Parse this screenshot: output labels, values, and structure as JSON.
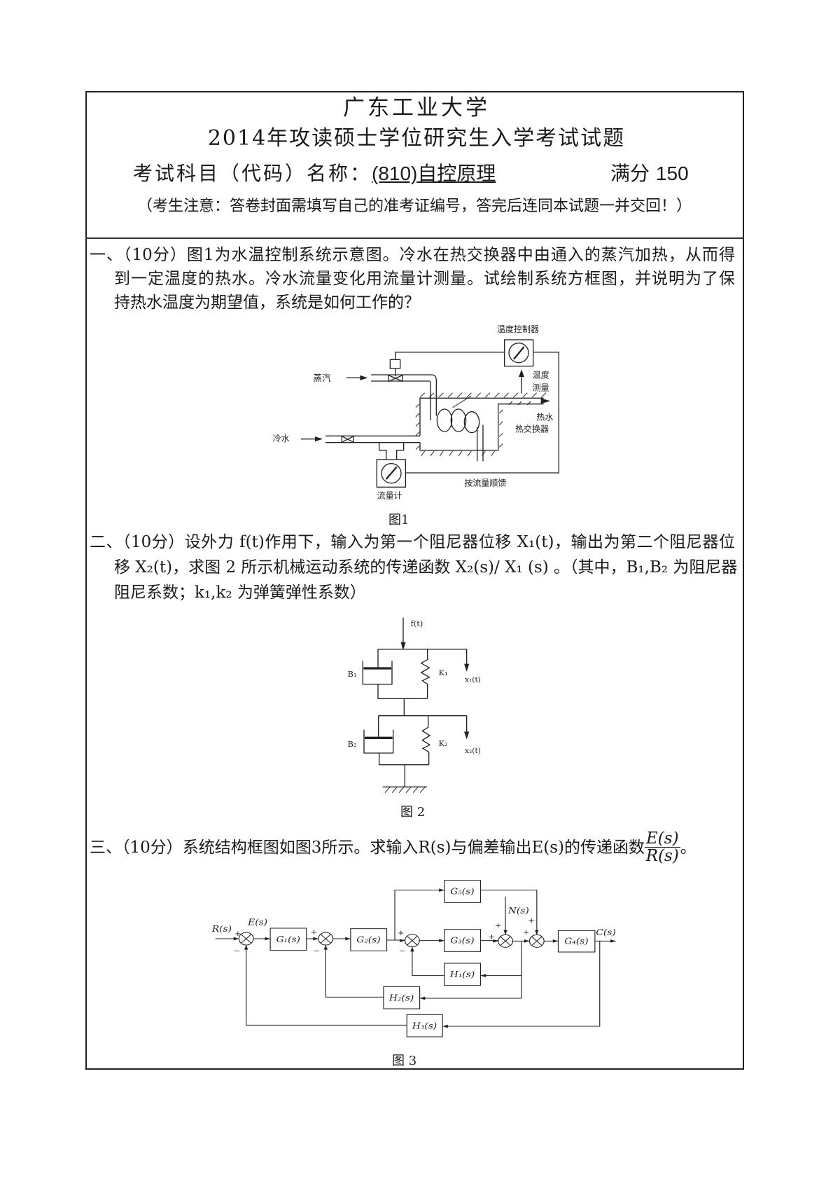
{
  "header": {
    "university": "广东工业大学",
    "exam_title": "2014年攻读硕士学位研究生入学考试试题",
    "subject_label": "考试科目（代码）名称：",
    "subject_code": "(810)",
    "subject_name": "自控原理",
    "full_score_label": "满分",
    "full_score": "150",
    "notice": "（考生注意：答卷封面需填写自己的准考证编号，答完后连同本试题一并交回！）"
  },
  "q1": {
    "lines": [
      "一、（10分）图1为水温控制系统示意图。冷水在热交换器中由通入的蒸汽加热，从而得",
      "到一定温度的热水。冷水流量变化用流量计测量。试绘制系统方框图，并说明为了保",
      "持热水温度为期望值，系统是如何工作的？"
    ],
    "figure": {
      "temp_controller": "温度控制器",
      "steam": "蒸汽",
      "temp_measure_1": "温度",
      "temp_measure_2": "测量",
      "hot_water": "热水",
      "heat_exchanger": "热交换器",
      "cold_water": "冷水",
      "flow_feedforward": "按流量顺馈",
      "flow_meter": "流量计",
      "caption": "图1"
    }
  },
  "q2": {
    "lines": [
      "二、（10分）设外力 f(t)作用下，输入为第一个阻尼器位移 X₁(t)，输出为第二个阻尼器位",
      "移 X₂(t)，求图 2 所示机械运动系统的传递函数 X₂(s)/ X₁ (s) 。（其中，B₁,B₂ 为阻尼器",
      "阻尼系数；k₁,k₂ 为弹簧弹性系数）"
    ],
    "figure": {
      "force": "f(t)",
      "b1": "B₁",
      "k1": "K₁",
      "x1": "x₁(t)",
      "b2": "B₂",
      "k2": "K₂",
      "x2": "x₂(t)",
      "caption": "图 2"
    }
  },
  "q3": {
    "text": "三、（10分）系统结构框图如图3所示。求输入R(s)与偏差输出E(s)的传递函数",
    "frac_num": "E(s)",
    "frac_den": "R(s)",
    "end": "。",
    "figure": {
      "input": "R(s)",
      "error": "E(s)",
      "noise": "N(s)",
      "output": "C(s)",
      "g1": "G₁(s)",
      "g2": "G₂(s)",
      "g3": "G₃(s)",
      "g4": "G₄(s)",
      "g5": "G₅(s)",
      "h1": "H₁(s)",
      "h2": "H₂(s)",
      "h3": "H₃(s)",
      "plus": "+",
      "minus": "−",
      "caption": "图 3"
    }
  }
}
